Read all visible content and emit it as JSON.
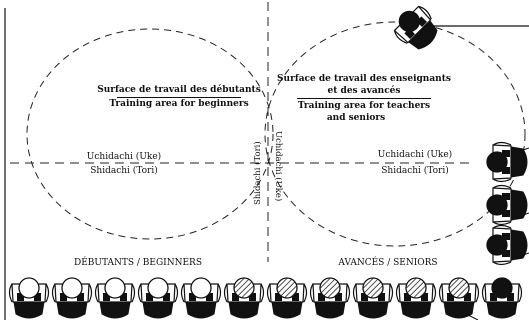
{
  "beginners_area": {
    "title_fr": "Surface de travail des débutants",
    "title_en": "Training area for beginners",
    "uke_label": "Uchidachi (Uke)",
    "tori_label": "Shidachi (Tori)"
  },
  "seniors_area": {
    "title_fr_line1": "Surface de travail des enseignants",
    "title_fr_line2": "et des avancés",
    "title_en_line1": "Training area for teachers",
    "title_en_line2": "and seniors",
    "uke_label": "Uchidachi (Uke)",
    "tori_label": "Shidachi (Tori)"
  },
  "center_axis": {
    "shidachi_label": "Shidachi (Tori)",
    "uchidachi_label": "Uchidachi (Uke)"
  },
  "bottom_row": {
    "beginners_label": "DÉBUTANTS / BEGINNERS",
    "seniors_label": "AVANCÉS / SENIORS",
    "seats": [
      {
        "role": "student",
        "fill": "white"
      },
      {
        "role": "student",
        "fill": "white"
      },
      {
        "role": "student",
        "fill": "white"
      },
      {
        "role": "student",
        "fill": "white"
      },
      {
        "role": "student",
        "fill": "white"
      },
      {
        "role": "student",
        "fill": "hatched"
      },
      {
        "role": "student",
        "fill": "hatched"
      },
      {
        "role": "student",
        "fill": "hatched"
      },
      {
        "role": "student",
        "fill": "hatched"
      },
      {
        "role": "student",
        "fill": "hatched"
      },
      {
        "role": "student",
        "fill": "hatched"
      },
      {
        "role": "teacher",
        "fill": "black"
      }
    ]
  },
  "right_side": {
    "seats": [
      {
        "role": "teacher",
        "fill": "black"
      },
      {
        "role": "teacher",
        "fill": "black"
      },
      {
        "role": "teacher",
        "fill": "black"
      },
      {
        "role": "teacher",
        "fill": "black"
      }
    ]
  }
}
